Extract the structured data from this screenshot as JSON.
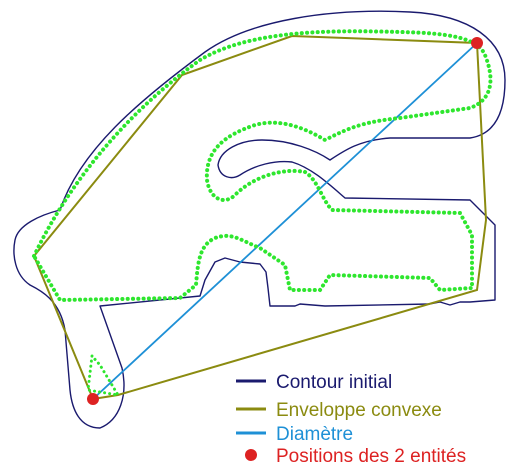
{
  "colors": {
    "contour": "#1a1a6e",
    "hull": "#8b8b10",
    "diameter": "#1e90d6",
    "points": "#2ee62e",
    "entities": "#dd2222"
  },
  "legend": {
    "contour_label": "Contour initial",
    "hull_label": "Enveloppe convexe",
    "diameter_label": "Diamètre",
    "entities_label": "Positions des 2 entités"
  }
}
